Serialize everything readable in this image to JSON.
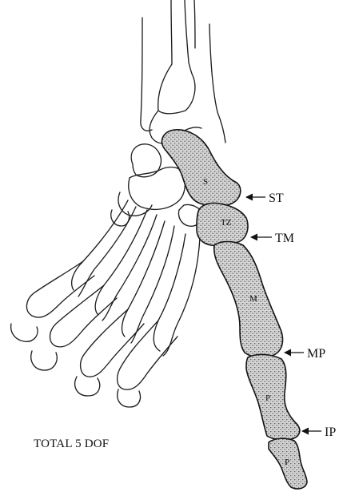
{
  "bone_labels": {
    "scaphoid": "S",
    "trapezium": "TZ",
    "metacarpal": "M",
    "proximal_phalanx": "P",
    "distal_phalanx": "P"
  },
  "joint_labels": {
    "st": "ST",
    "tm": "TM",
    "mp": "MP",
    "ip": "IP"
  },
  "caption": "TOTAL 5 DOF",
  "colors": {
    "ink": "#141414",
    "shading": "#9a9a9a",
    "background": "#ffffff"
  }
}
